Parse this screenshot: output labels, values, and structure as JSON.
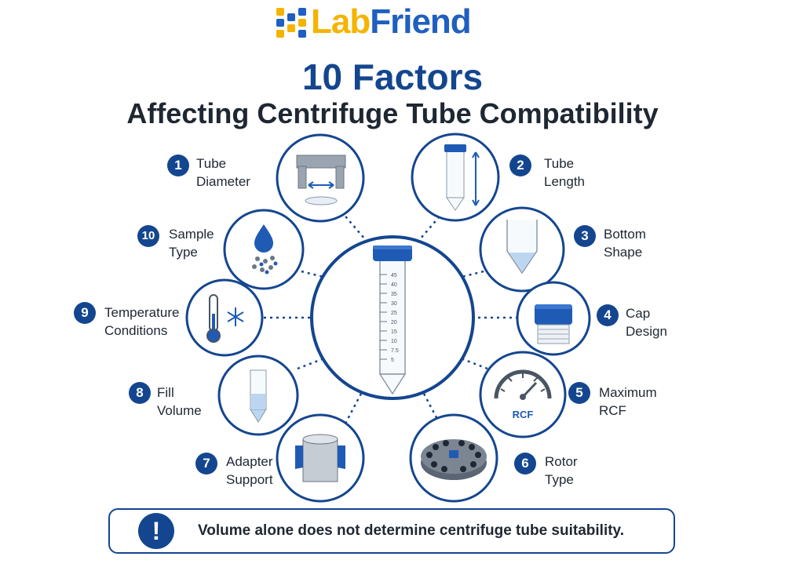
{
  "brand": {
    "part1": "Lab",
    "part2": "Friend"
  },
  "title": {
    "main": "10 Factors",
    "sub": "Affecting Centrifuge Tube Compatibility"
  },
  "factors": [
    {
      "num": "1",
      "line1": "Tube",
      "line2": "Diameter"
    },
    {
      "num": "2",
      "line1": "Tube",
      "line2": "Length"
    },
    {
      "num": "3",
      "line1": "Bottom",
      "line2": "Shape"
    },
    {
      "num": "4",
      "line1": "Cap",
      "line2": "Design"
    },
    {
      "num": "5",
      "line1": "Maximum",
      "line2": "RCF"
    },
    {
      "num": "6",
      "line1": "Rotor",
      "line2": "Type"
    },
    {
      "num": "7",
      "line1": "Adapter",
      "line2": "Support"
    },
    {
      "num": "8",
      "line1": "Fill",
      "line2": "Volume"
    },
    {
      "num": "9",
      "line1": "Temperature",
      "line2": "Conditions"
    },
    {
      "num": "10",
      "line1": "Sample",
      "line2": "Type"
    }
  ],
  "center_tube_scale": [
    "45",
    "40",
    "35",
    "30",
    "25",
    "20",
    "15",
    "10",
    "7.5",
    "5"
  ],
  "gauge_label": "RCF",
  "note": {
    "icon": "!",
    "text": "Volume alone does not determine centrifuge tube suitability."
  },
  "colors": {
    "brand_blue": "#14468f",
    "brand_yellow": "#f4b400",
    "logo_blue": "#1f5fbf",
    "liquid": "#bcd6f2"
  }
}
